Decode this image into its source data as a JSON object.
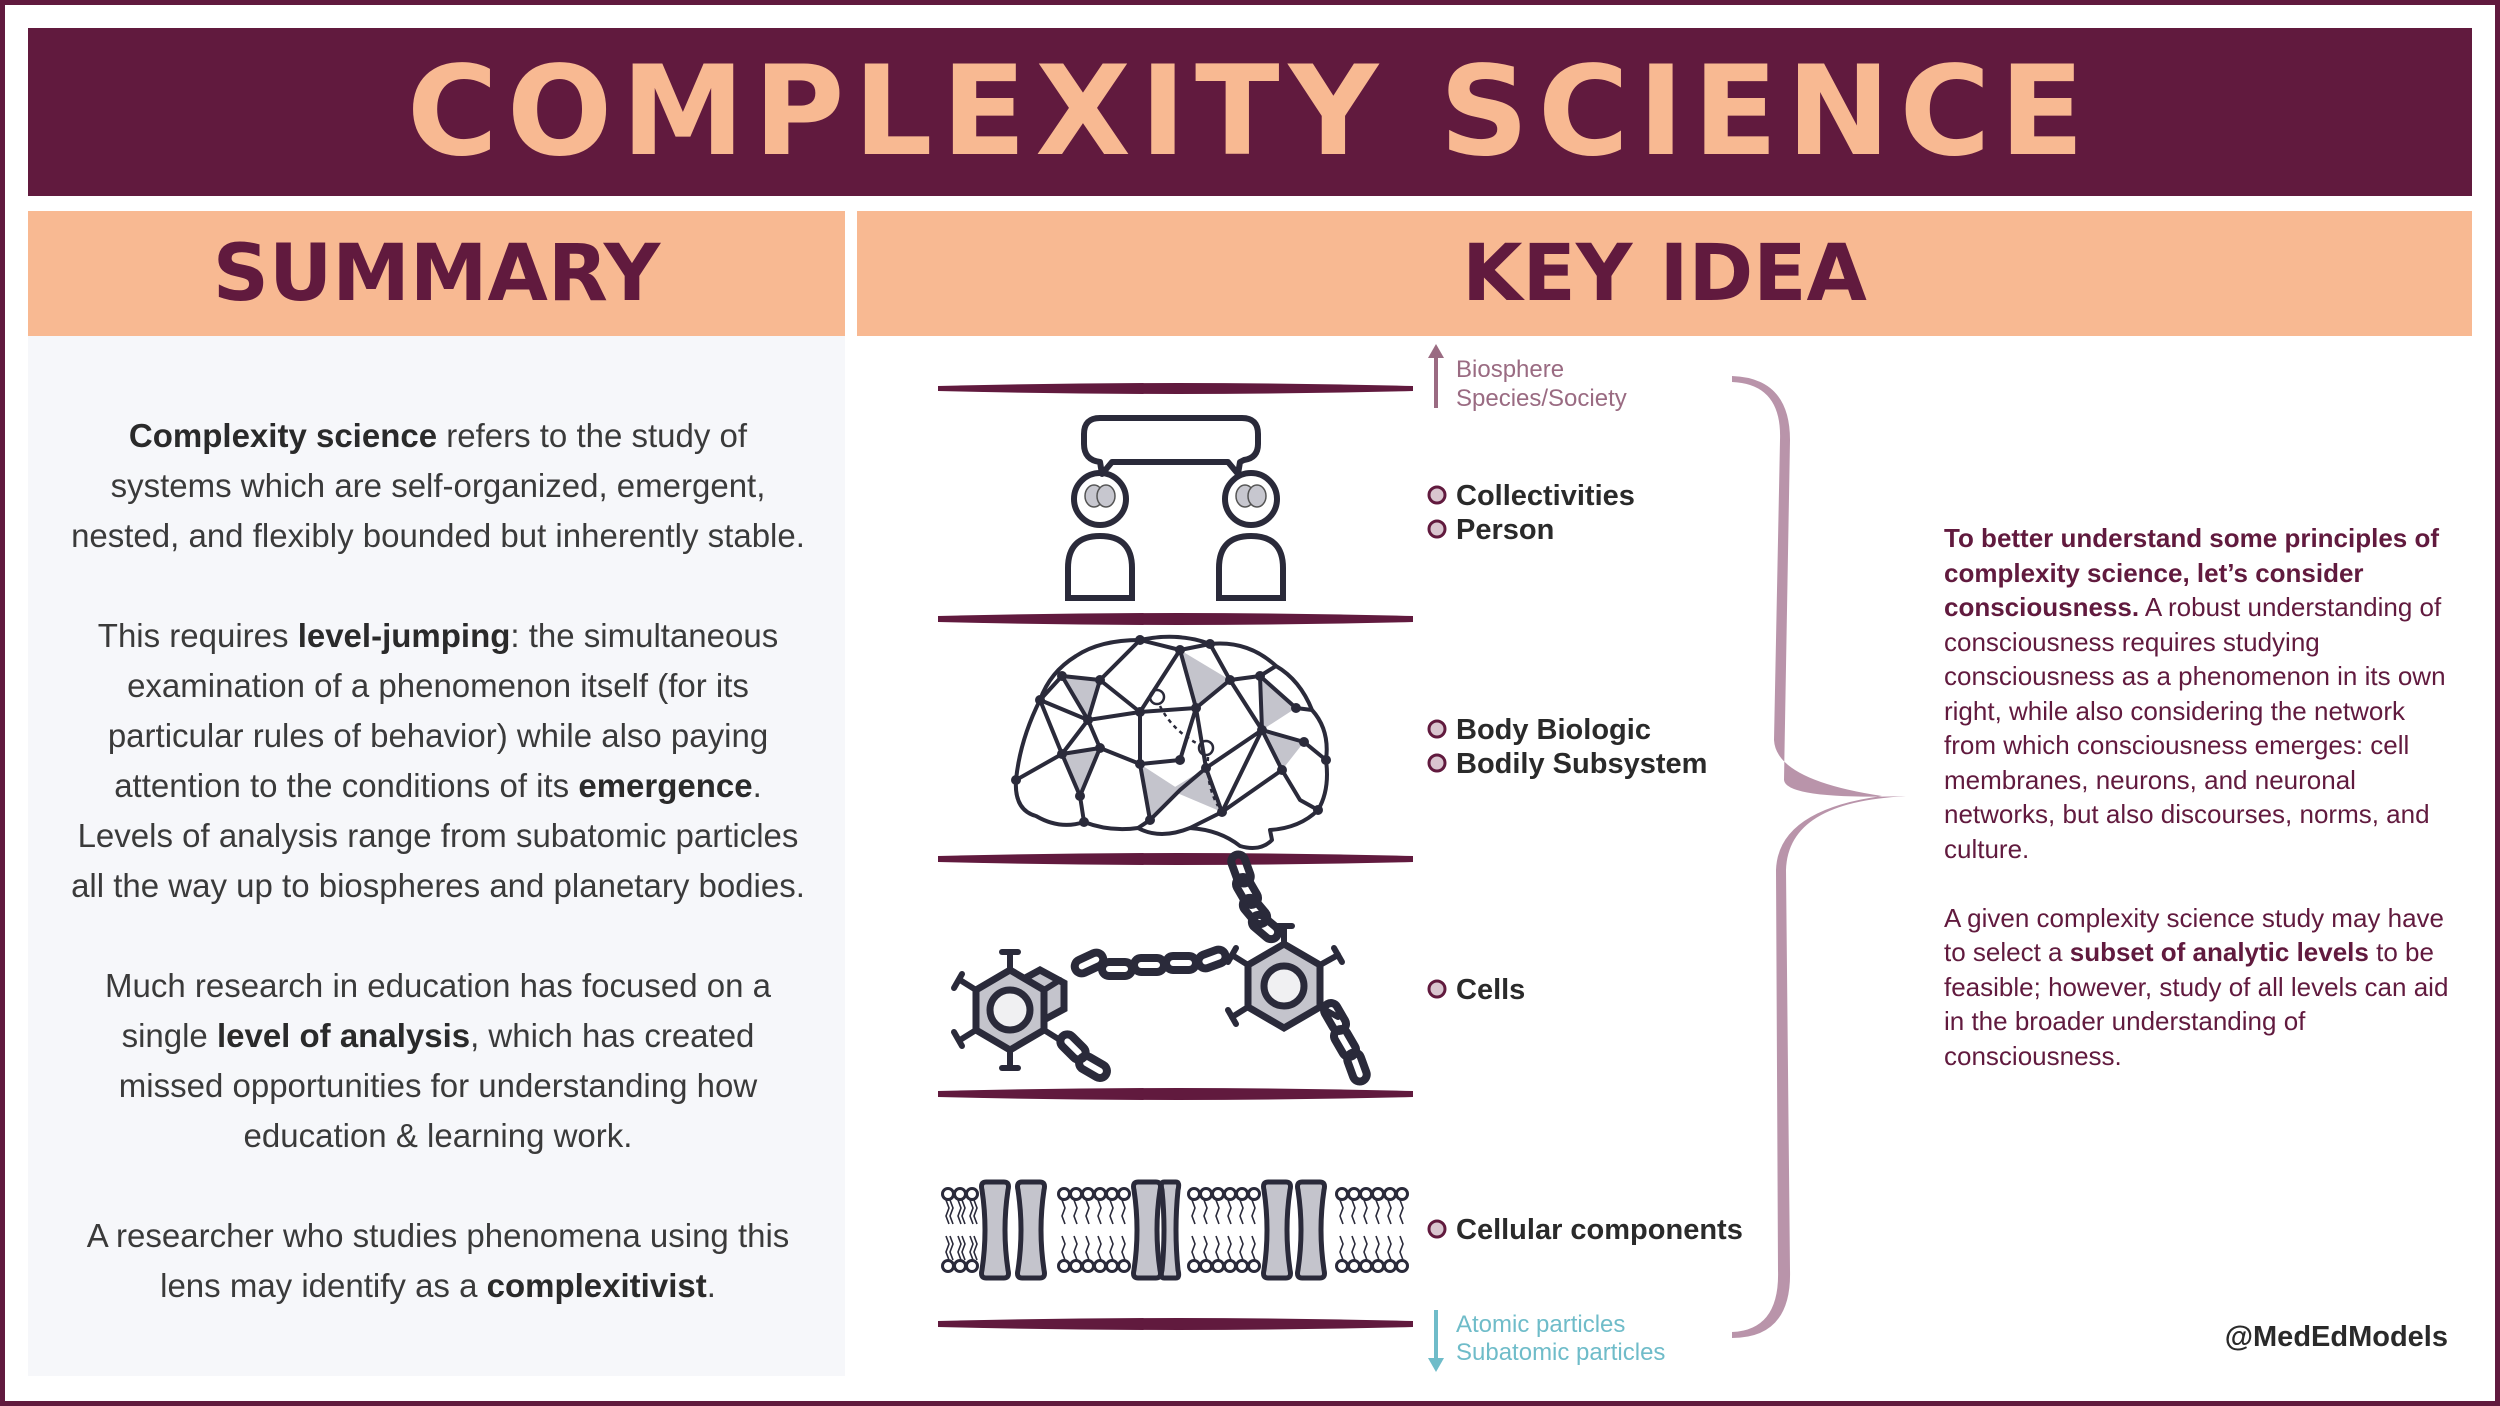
{
  "title": "COMPLEXITY SCIENCE",
  "summary": {
    "header": "SUMMARY",
    "p1": {
      "b1": "Complexity science",
      "t1": " refers to the study of systems which are self-organized, emergent, nested, and flexibly bounded but inherently stable."
    },
    "p2": {
      "t1": "This requires ",
      "b1": "level-jumping",
      "t2": ": the simultaneous examination of a phenomenon itself (for its particular rules of behavior) while also paying attention to the conditions of its ",
      "b2": "emergence",
      "t3": ". Levels of analysis range from subatomic particles all the way up to biospheres and planetary bodies."
    },
    "p3": {
      "t1": "Much research in education has focused on a single ",
      "b1": "level of analysis",
      "t2": ", which has created missed opportunities for understanding how education & learning work."
    },
    "p4": {
      "t1": "A researcher who studies phenomena using this lens may identify as a ",
      "b1": "complexitivist",
      "t2": "."
    }
  },
  "key_idea": {
    "header": "KEY IDEA",
    "top_labels": [
      "Biosphere",
      "Species/Society"
    ],
    "bottom_labels": [
      "Atomic particles",
      "Subatomic particles"
    ],
    "levels": [
      {
        "labels": [
          "Collectivities",
          "Person"
        ]
      },
      {
        "labels": [
          "Body Biologic",
          "Bodily Subsystem"
        ]
      },
      {
        "labels": [
          "Cells"
        ]
      },
      {
        "labels": [
          "Cellular components"
        ]
      }
    ],
    "right_p1": {
      "b1": "To better understand some principles of complexity science, let’s consider consciousness.",
      "t1": " A robust understanding of consciousness requires studying consciousness as a phenomenon in its own right, while also considering the network from which consciousness emerges: cell membranes, neurons, and neuronal networks, but also discourses, norms, and culture."
    },
    "right_p2": {
      "t1": "A given complexity science study may have to select a ",
      "b1": "subset of analytic levels",
      "t2": " to be feasible; however, study of all levels can aid in the broader understanding of consciousness."
    }
  },
  "handle": "@MedEdModels",
  "colors": {
    "primary": "#611a3e",
    "accent": "#f8b992",
    "panel": "#f6f7fa",
    "brace": "#b994aa",
    "arrow_up": "#9a6b82",
    "arrow_down": "#6fbcc9"
  },
  "icons": [
    "speech-bubble-icon",
    "person-icon",
    "brain-icon",
    "brain-network-icon",
    "cell-icon",
    "chain-icon",
    "membrane-icon",
    "arrow-up-icon",
    "arrow-down-icon",
    "brace-icon"
  ]
}
